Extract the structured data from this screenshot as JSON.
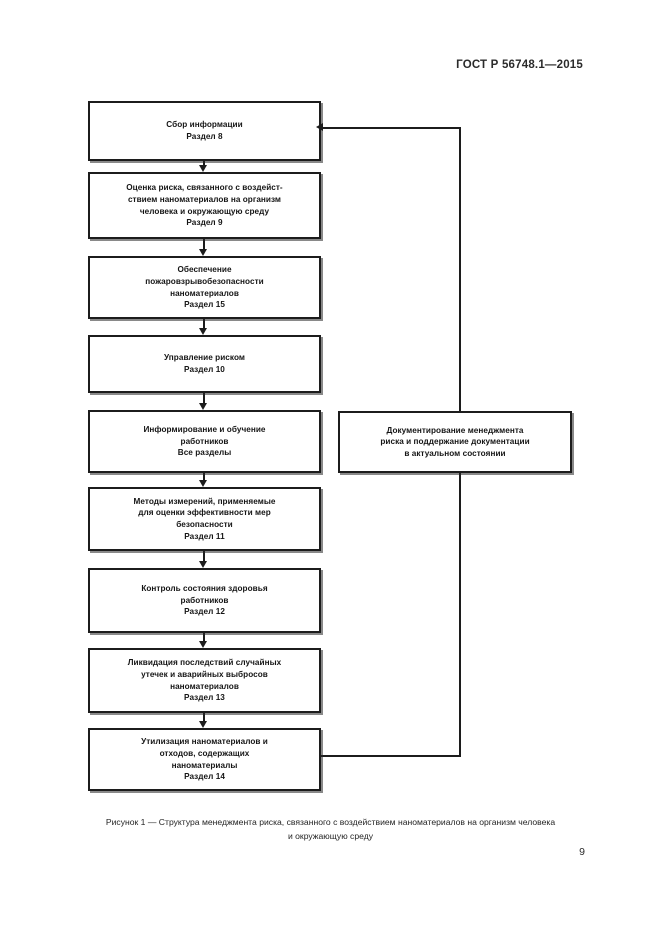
{
  "document": {
    "standard_header": "ГОСТ Р 56748.1—2015",
    "page_number": "9"
  },
  "figure": {
    "caption_line1": "Рисунок 1 — Структура менеджмента риска, связанного с воздействием наноматериалов на организм человека",
    "caption_line2": "и окружающую среду",
    "nodes": [
      {
        "id": "information-collection",
        "text": "Сбор информации\nРаздел 8"
      },
      {
        "id": "risk-assessment",
        "text": "Оценка риска, связанного с воздейст-\nствием наноматериалов на организм\nчеловека и окружающую среду\nРаздел 9"
      },
      {
        "id": "fire-explosion-safety",
        "text": "Обеспечение\nпожаровзрывобезопасности\nнаноматериалов\nРаздел 15"
      },
      {
        "id": "risk-management",
        "text": "Управление риском\nРаздел 10"
      },
      {
        "id": "worker-training",
        "text": "Информирование и обучение\nработников\nВсе разделы"
      },
      {
        "id": "measurement-methods",
        "text": "Методы измерений, применяемые\nдля оценки эффективности мер\nбезопасности\nРаздел 11"
      },
      {
        "id": "health-monitoring",
        "text": "Контроль состояния здоровья\nработников\nРаздел 12"
      },
      {
        "id": "spill-response",
        "text": "Ликвидация последствий случайных\nутечек и аварийных выбросов\nнаноматериалов\nРаздел 13"
      },
      {
        "id": "waste-disposal",
        "text": "Утилизация наноматериалов и\nотходов, содержащих\nнаноматериалы\nРаздел 14"
      }
    ],
    "documentation_node": {
      "id": "risk-documentation",
      "text": "Документирование менеджмента\nриска и поддержание документации\nв актуальном состоянии"
    },
    "colors": {
      "line": "#1c1c1c",
      "box_fill": "#ffffff",
      "text": "#151515"
    }
  }
}
